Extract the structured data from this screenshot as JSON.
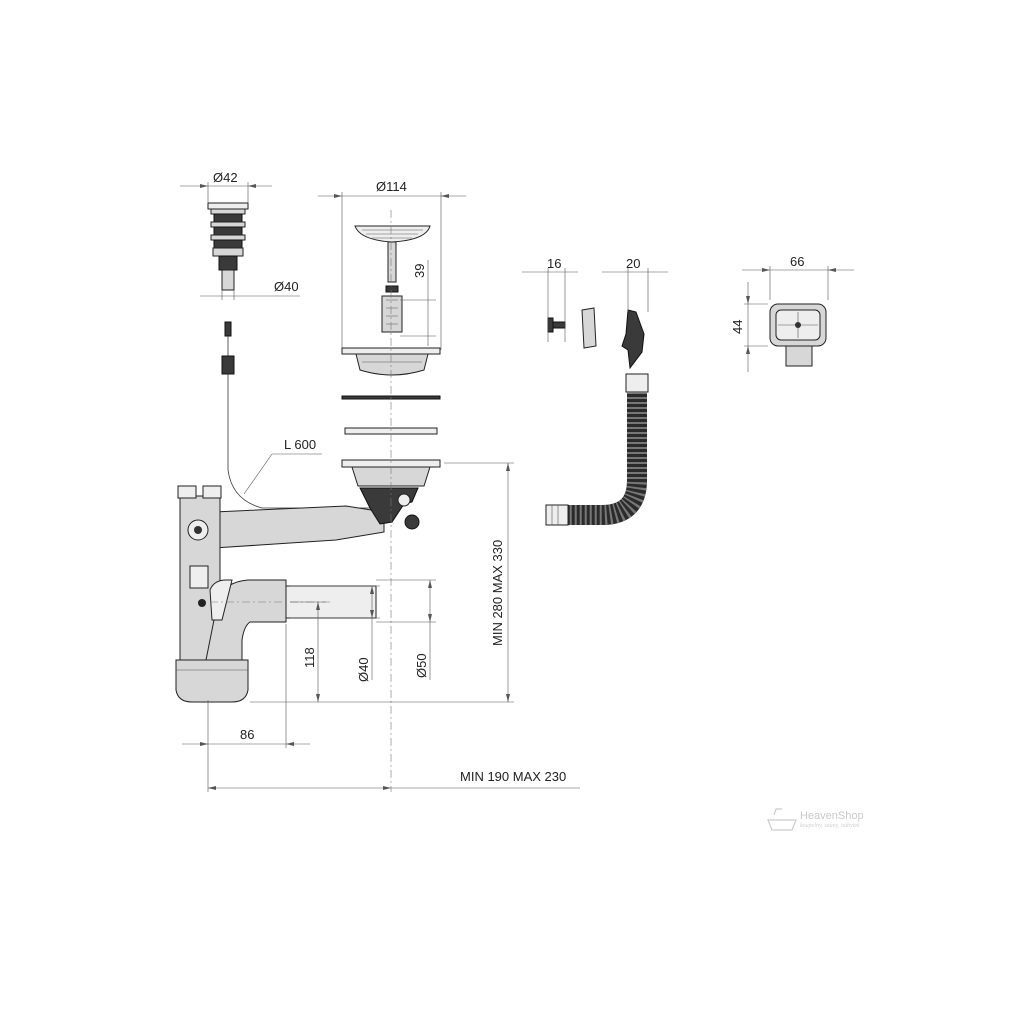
{
  "dimensions": {
    "d42": "Ø42",
    "d40_cap": "Ø40",
    "d114": "Ø114",
    "h39": "39",
    "w16": "16",
    "w20": "20",
    "w66": "66",
    "h44": "44",
    "l600": "L 600",
    "min280max330": "MIN 280 MAX 330",
    "h118": "118",
    "d40_outlet": "Ø40",
    "d50": "Ø50",
    "w86": "86",
    "min190max230": "MIN 190 MAX 230"
  },
  "watermark": {
    "brand": "HeavenShop",
    "tagline": "koupelny, sauny, nábytek"
  },
  "colors": {
    "line": "#333333",
    "part_fill": "#d7d7d7",
    "dark_fill": "#3a3a3a",
    "watermark": "#c9c9c9"
  }
}
